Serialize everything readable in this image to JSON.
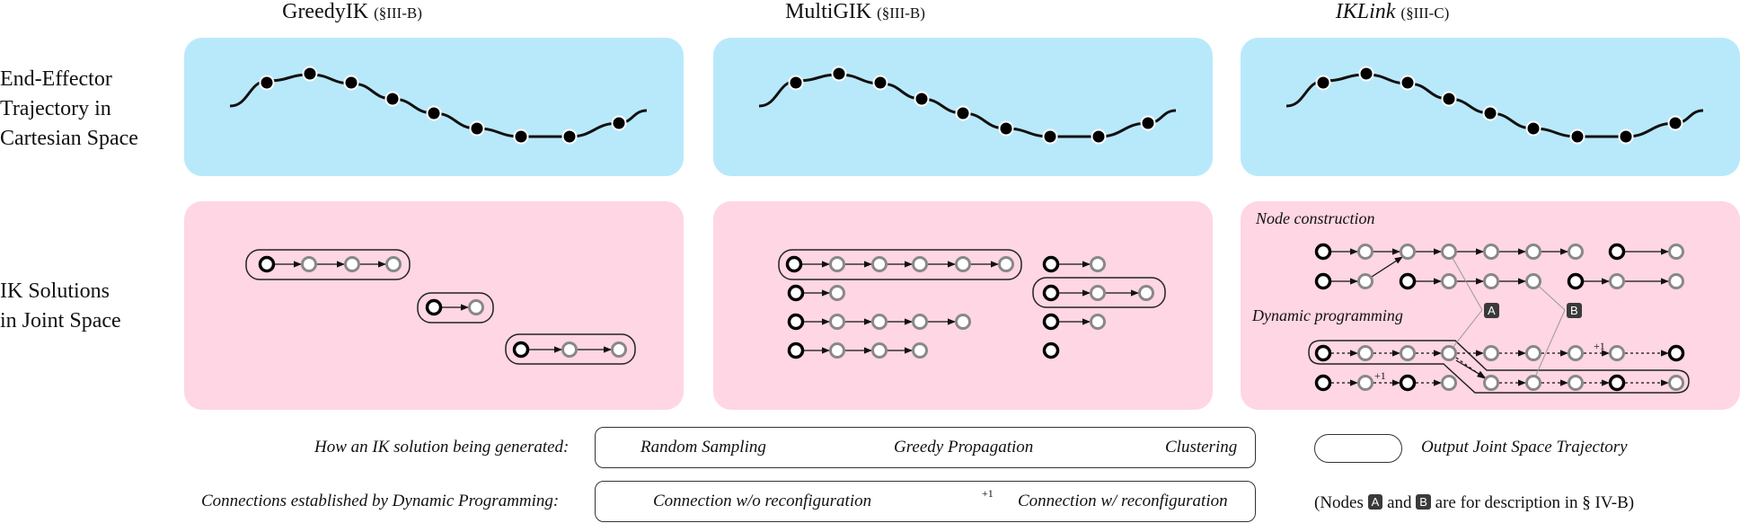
{
  "columns": [
    {
      "name": "GreedyIK",
      "section": "(§III-B)"
    },
    {
      "name": "MultiGIK",
      "section": "(§III-B)"
    },
    {
      "name": "IKLink",
      "section": "(§III-C)"
    }
  ],
  "rows": {
    "ee": {
      "line1": "End-Effector",
      "line2": "Trajectory in",
      "line3": "Cartesian Space"
    },
    "ik": {
      "line1": "IK Solutions",
      "line2": "in Joint Space"
    }
  },
  "iklink": {
    "node_construction": "Node construction",
    "dynamic_programming": "Dynamic programming",
    "badge_a": "A",
    "badge_b": "B",
    "plus_one": "+1"
  },
  "legend": {
    "generated_label": "How an IK solution being generated:",
    "random_sampling": "Random Sampling",
    "greedy_propagation": "Greedy Propagation",
    "clustering": "Clustering",
    "output_trajectory": "Output Joint Space Trajectory",
    "connections_label": "Connections established by Dynamic Programming:",
    "conn_without": "Connection w/o reconfiguration",
    "conn_with": "Connection w/ reconfiguration",
    "plus_one": "+1",
    "note_prefix": "(Nodes",
    "note_a": "A",
    "note_and": "and",
    "note_b": "B",
    "note_suffix": "are for description in  § IV-B)"
  },
  "colors": {
    "cartesian_panel": "#b8e9fb",
    "joint_panel": "#ffd6e3",
    "random_node": "#000000",
    "propagated_node": "#888888"
  }
}
